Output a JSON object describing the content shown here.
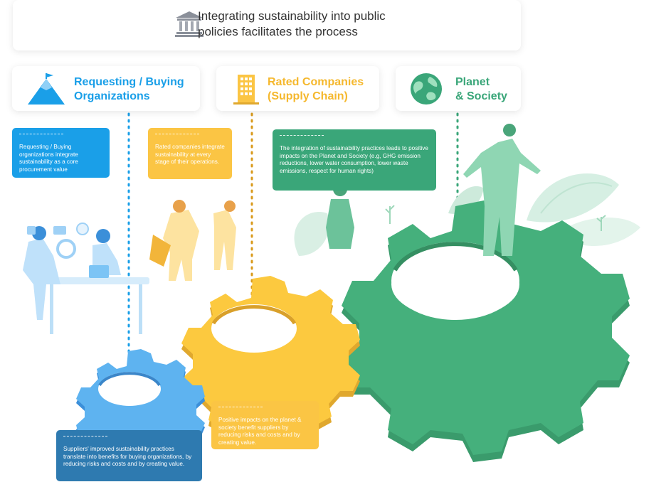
{
  "banner": {
    "text_line1": "Integrating sustainability into public",
    "text_line2": "policies facilitates the process"
  },
  "headers": {
    "buyers": {
      "line1": "Requesting / Buying",
      "line2": "Organizations",
      "color": "#1a9fe8"
    },
    "rated": {
      "line1": "Rated Companies",
      "line2": "(Supply Chain)",
      "color": "#f5b82e"
    },
    "planet": {
      "line1": "Planet",
      "line2": "& Society",
      "color": "#3aa679"
    }
  },
  "notes": {
    "buyers": "Requesting / Buying organizations integrate sustainability as a core procurement value",
    "rated": "Rated companies integrate sustainability at every stage of their operations.",
    "planet": "The integration of sustainability practices leads to positive impacts on the Planet and Society (e.g, GHG emission reductions, lower water consumption, lower waste emissions, respect for human rights)",
    "positive": "Positive impacts on the planet & society benefit suppliers by reducing risks and costs and by creating value.",
    "suppliers": "Suppliers' improved sustainability practices translate into benefits for buying organizations, by reducing risks and costs and by creating value."
  },
  "colors": {
    "blue": "#1a9fe8",
    "yellow": "#fbc544",
    "green": "#3aa679",
    "navy": "#2e7ab0"
  }
}
